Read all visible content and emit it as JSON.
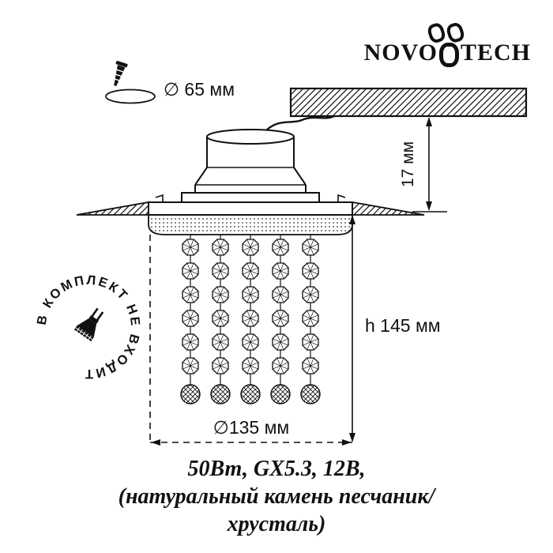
{
  "colors": {
    "ink": "#111111",
    "background": "#ffffff"
  },
  "logo": {
    "left": "NOVO",
    "right": "TECH"
  },
  "callout": {
    "cutout_diameter": "∅ 65 мм"
  },
  "dimensions": {
    "recess_depth": "17 мм",
    "pendant_height": "h 145 мм",
    "trim_diameter": "∅135 мм"
  },
  "stamp": {
    "text": "В КОМПЛЕКТ НЕ ВХОДИТ"
  },
  "specs": {
    "line1": "50Вт, GX5.3, 12В,",
    "line2": "(натуральный камень песчаник/",
    "line3": "хрусталь)"
  },
  "icons": {
    "screw": "screw-icon",
    "drill_hole": "cutout-ellipse-icon",
    "lamp": "mr16-lamp-icon",
    "logo_rings": "double-o-monogram-icon"
  }
}
